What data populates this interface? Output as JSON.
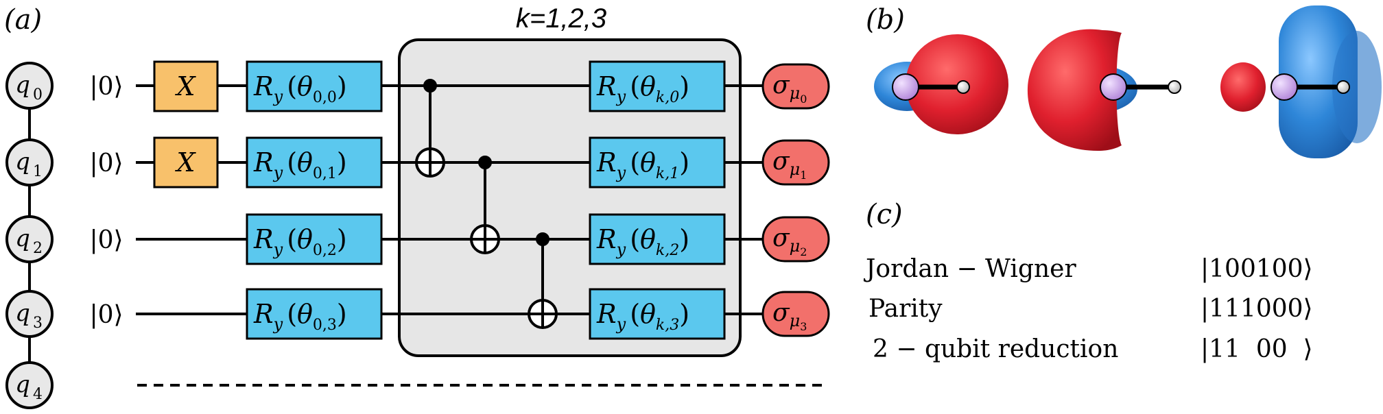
{
  "panel_labels": {
    "a": "(a)",
    "b": "(b)",
    "c": "(c)"
  },
  "colors": {
    "x_gate": "#F8C16B",
    "ry_gate": "#5BC8EE",
    "measure": "#F2706B",
    "qubit_node": "#E8E8E8",
    "entangling_block": "#E6E6E6",
    "orbital_red": "#E0202E",
    "orbital_blue": "#2E86D8",
    "atom_purple": "#C9A3E8",
    "atom_grey": "#DDDDDD"
  },
  "qubits": [
    {
      "label": "q",
      "sub": "0"
    },
    {
      "label": "q",
      "sub": "1"
    },
    {
      "label": "q",
      "sub": "2"
    },
    {
      "label": "q",
      "sub": "3"
    },
    {
      "label": "q",
      "sub": "4"
    }
  ],
  "ket_zero": "|0⟩",
  "x_gate_label": "X",
  "ry": {
    "R": "R",
    "y": "y"
  },
  "init_layer": [
    "θ",
    "0,0",
    "θ",
    "0,1",
    "θ",
    "0,2",
    "θ",
    "0,3"
  ],
  "init_subs": [
    "0,0",
    "0,1",
    "0,2",
    "0,3"
  ],
  "k_subs": [
    "k,0",
    "k,1",
    "k,2",
    "k,3"
  ],
  "theta": "θ",
  "block_label": "k=1,2,3",
  "sigma": "σ",
  "mu": "μ",
  "mu_subs": [
    "0",
    "1",
    "2",
    "3"
  ],
  "encodings": [
    {
      "name": "Jordan − Wigner",
      "state": "|100100⟩"
    },
    {
      "name": "Parity",
      "state": "|111000⟩"
    },
    {
      "name": "2 − qubit reduction",
      "state": "|11  00  ⟩"
    }
  ]
}
